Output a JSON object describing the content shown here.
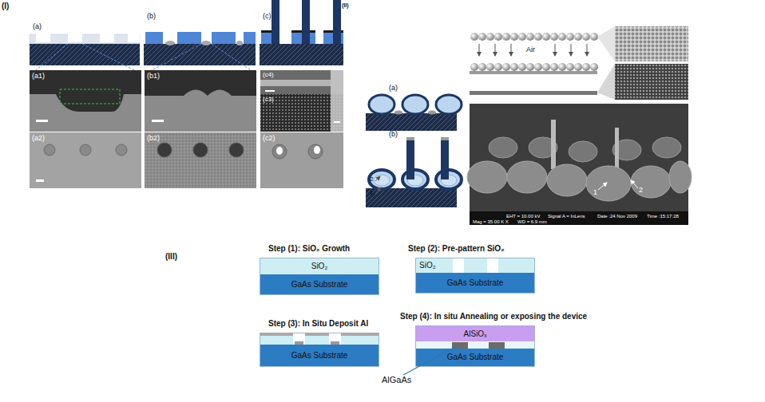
{
  "diagram": {
    "nodes": [
      {
        "text": [
          "Step (1): SiO₂ Growth"
        ]
      },
      {
        "text": [
          "SiO₂"
        ],
        "in": 0
      },
      {
        "text": [
          "GaAs Substrate"
        ],
        "in": 0
      },
      {
        "text": [
          "Step (2): Pre-pattern SiO₂"
        ]
      },
      {
        "text": [
          "SiO₂"
        ],
        "in": 3
      },
      {
        "text": [
          "GaAs Substrate"
        ],
        "in": 3
      },
      {
        "text": [
          "Step (3): In Situ Deposit Al"
        ]
      },
      {
        "text": [
          "GaAs Substrate"
        ],
        "in": 6
      },
      {
        "text": [
          "Step (4): In situ Annealing or exposing the device"
        ]
      },
      {
        "text": [
          "AlSiOₓ"
        ],
        "in": 8
      },
      {
        "text": [
          "GaAs Substrate"
        ],
        "in": 8
      }
    ],
    "labels": [
      "(I)",
      "(a)",
      "(b)",
      "(c)",
      "(a1)",
      "(b1)",
      "(c4)",
      "(c3)",
      "(a2)",
      "(b2)",
      "(c2)",
      "(II)",
      "(a)",
      "(b)",
      "2",
      "1",
      "Air",
      "EHT = 10.00 kV",
      "Signal A = InLens",
      "Date :24 Nov 2009",
      "Time :15:17:28",
      "Mag = 35.00 K X",
      "WD = 6.9 mm",
      "1",
      "2",
      "(III)",
      "AlGaAs"
    ]
  }
}
